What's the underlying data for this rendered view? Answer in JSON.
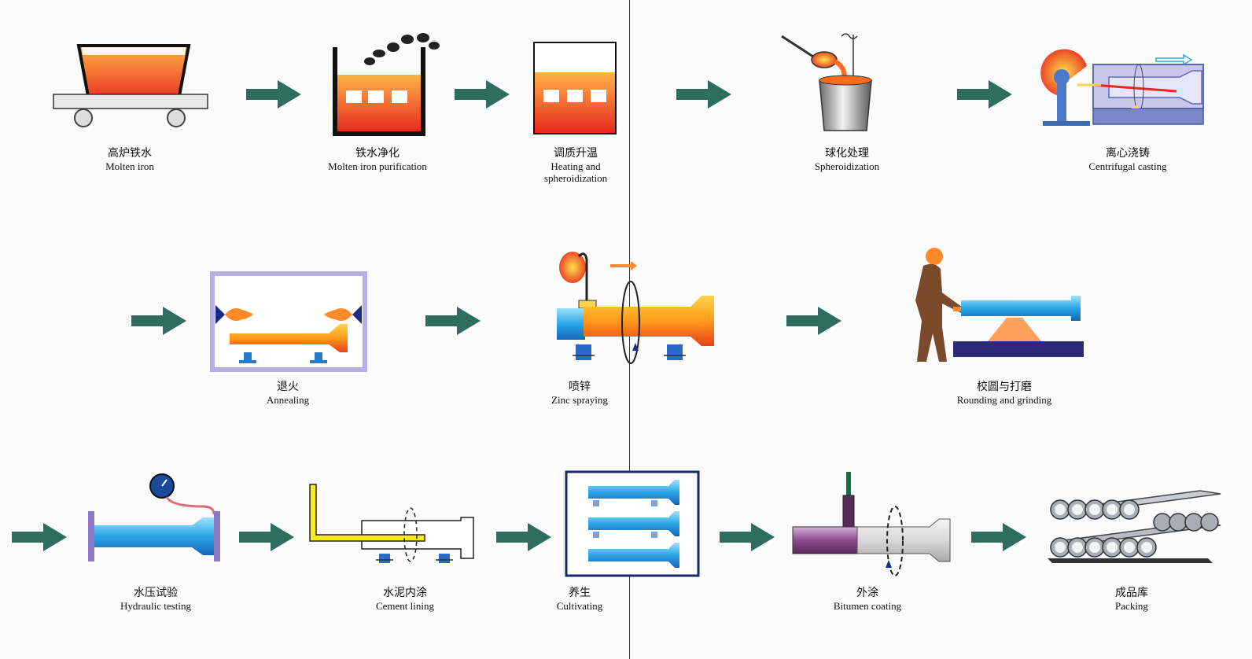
{
  "steps": [
    {
      "id": "molten-iron",
      "zh": "高炉铁水",
      "en": "Molten iron"
    },
    {
      "id": "purification",
      "zh": "铁水净化",
      "en": "Molten iron purification"
    },
    {
      "id": "heating",
      "zh": "调质升温",
      "en": "Heating and",
      "en2": "spheroidization"
    },
    {
      "id": "spheroidization",
      "zh": "球化处理",
      "en": "Spheroidization"
    },
    {
      "id": "centrifugal",
      "zh": "离心浇铸",
      "en": "Centrifugal casting"
    },
    {
      "id": "annealing",
      "zh": "退火",
      "en": "Annealing"
    },
    {
      "id": "zinc",
      "zh": "喷锌",
      "en": "Zinc spraying"
    },
    {
      "id": "rounding",
      "zh": "校圆与打磨",
      "en": "Rounding and grinding"
    },
    {
      "id": "hydraulic",
      "zh": "水压试验",
      "en": "Hydraulic testing"
    },
    {
      "id": "cement",
      "zh": "水泥内涂",
      "en": "Cement lining"
    },
    {
      "id": "cultivating",
      "zh": "养生",
      "en": "Cultivating"
    },
    {
      "id": "bitumen",
      "zh": "外涂",
      "en": "Bitumen coating"
    },
    {
      "id": "packing",
      "zh": "成品库",
      "en": "Packing"
    }
  ],
  "colors": {
    "arrow": "#2f6e5e",
    "molten": "#ff6a1a",
    "pipe_blue": "#2aa7e6",
    "frame": "#1a2a6a"
  }
}
